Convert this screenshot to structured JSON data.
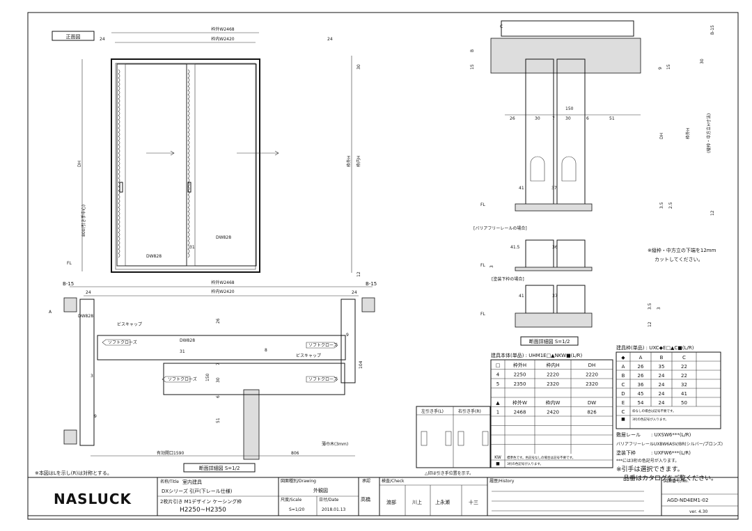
{
  "front": {
    "label": "正面図",
    "outer_w": "枠外W2468",
    "inner_w": "枠内W2420",
    "d24a": "24",
    "d24b": "24",
    "dh": "DH",
    "outer_h": "枠外H",
    "inner_h": "枠内H",
    "d30": "30",
    "d12": "12",
    "handle": "800(引き手中心)",
    "dw1": "DW828",
    "dw2": "DW828",
    "d31": "31",
    "fl": "FL"
  },
  "plan": {
    "b15a": "B-15",
    "b15b": "B-15",
    "outer_w": "枠外W2468",
    "inner_w": "枠内W2420",
    "d24a": "24",
    "d24b": "24",
    "dw1": "DW828",
    "dw2": "DW828",
    "a": "A",
    "screw1": "ビスキャップ",
    "screw2": "ビスキャップ",
    "soft1": "ソフトクローズ",
    "soft2": "ソフトクローズ",
    "soft3": "ソフトクローズ",
    "soft4": "ソフトクローズ",
    "d26": "26",
    "d8": "8",
    "d7": "7",
    "d31": "31",
    "d150": "150",
    "d30": "30",
    "d6": "6",
    "d51": "51",
    "d9a": "9",
    "d9b": "9",
    "d3": "3",
    "d104": "104",
    "veneer": "薄巾木(3mm)",
    "opening": "有効開口1590",
    "d806": "806",
    "caption": "断面詳細図 S=1/2"
  },
  "handles": {
    "left": "左引き手(L)",
    "right": "右引き手(R)",
    "note": "△印は引き手位置を示す。"
  },
  "section": {
    "c": "C",
    "b": "B",
    "b15": "B-15",
    "d15": "15",
    "d9": "9",
    "d15b": "15",
    "d30": "30",
    "d150": "150",
    "d26": "26",
    "d30a": "30",
    "d7": "7",
    "d30b": "30",
    "d6": "6",
    "d51": "51",
    "dh": "DH",
    "outer_h": "枠外H",
    "note_h": "(縦枠・中方立H寸法)",
    "d41": "41",
    "d37": "37",
    "d35": "3.5",
    "d25": "2.5",
    "d12": "12",
    "fl": "FL",
    "bf_title": "[バリアフリーレールの場合]",
    "d415": "41.5",
    "d36": "36",
    "d3": "3",
    "paint_title": "[塗装下枠の場合]",
    "d41b": "41",
    "d37b": "37",
    "d35b": "3.5",
    "d3b": "3",
    "d12b": "12",
    "fl2": "FL",
    "fl3": "FL",
    "cut_note_1": "※縦枠・中方立の下端を12mm",
    "cut_note_2": "カットしてください。",
    "caption": "断面詳細図 S=1/2"
  },
  "body_table": {
    "title": "建具本体(単品) : UHM1E□▲NKW■(L/R)",
    "h_headers": [
      "□",
      "枠外H",
      "枠内H",
      "DH"
    ],
    "h_rows": [
      [
        "4",
        "2250",
        "2220",
        "2220"
      ],
      [
        "5",
        "2350",
        "2320",
        "2320"
      ]
    ],
    "w_headers": [
      "▲",
      "枠外W",
      "枠内W",
      "DW"
    ],
    "w_rows": [
      [
        "1",
        "2468",
        "2420",
        "826"
      ]
    ],
    "kw_label": "KW",
    "kw_note": "標準色です。色記号なしの場合は記号不要です。",
    "sq_label": "■",
    "sq_note": "3桁の色記号が入ります。"
  },
  "frame_table": {
    "title": "建具枠(単品) : UXC◆E□▲C■(L/R)",
    "headers": [
      "◆",
      "A",
      "B",
      "C"
    ],
    "rows": [
      [
        "A",
        "26",
        "35",
        "22"
      ],
      [
        "B",
        "26",
        "24",
        "22"
      ],
      [
        "C",
        "36",
        "24",
        "32"
      ],
      [
        "D",
        "45",
        "24",
        "41"
      ],
      [
        "E",
        "54",
        "24",
        "50"
      ]
    ],
    "c_label": "C",
    "c_note": "枠なしの場合は記号不要です。",
    "sq_label": "■",
    "sq_note": "3桁の色記号が入ります。"
  },
  "rails": {
    "r1_label": "敷居レール",
    "r1_value": ": UXSW6***(L/R)",
    "r2_label": "バリアフリーレール",
    "r2_value": ": UXBW6ASV/BR(シルバー/ブロンズ)",
    "r3_label": "塗装下枠",
    "r3_value": ": UXFW6***(L/R)",
    "note": "***には3桁の色記号が入ります。",
    "handle_note": "※引手は選択できます。",
    "catalog_note": "品番はカタログをご覧ください。"
  },
  "footer_note": "※本図はLを示し(R)は対称とする。",
  "title_block": {
    "logo": "NASLUCK",
    "title_label": "名称/Title",
    "title_1": "室内建具",
    "title_2": "DXシリーズ 引戸(下レール仕様)",
    "title_3": "2枚片引き M1デザイン ケーシング枠",
    "title_4": "H2250~H2350",
    "drawing_label": "図面種別/Drawing",
    "drawing": "外観図",
    "scale_label": "尺度/Scale",
    "scale": "S=1/20",
    "date_label": "日付/Date",
    "date": "2018.01.13",
    "approve_label": "承認",
    "approve": "高橋",
    "check_label": "検査/Check",
    "check_cols": [
      "渡部",
      "川上",
      "上永瀬",
      "十三"
    ],
    "history_label": "履歴/History",
    "no_label": "図面番号/No.",
    "no": "AGD-ND4EM1-02",
    "ver": "ver. 4.30"
  }
}
